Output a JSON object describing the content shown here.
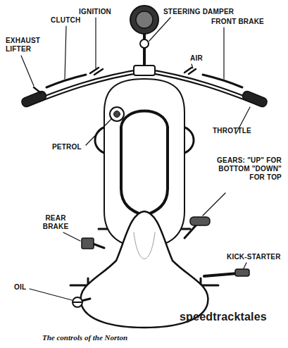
{
  "diagram": {
    "caption": "The controls of the Norton",
    "labels": [
      "CLUTCH",
      "IGNITION",
      "STEERING DAMPER",
      "FRONT BRAKE",
      "EXHAUST LIFTER",
      "AIR",
      "PETROL",
      "THROTTLE",
      "GEARS: \"UP\" FOR BOTTOM \"DOWN\" FOR TOP",
      "REAR BRAKE",
      "KICK-STARTER",
      "OIL",
      "speedtracktales"
    ]
  }
}
